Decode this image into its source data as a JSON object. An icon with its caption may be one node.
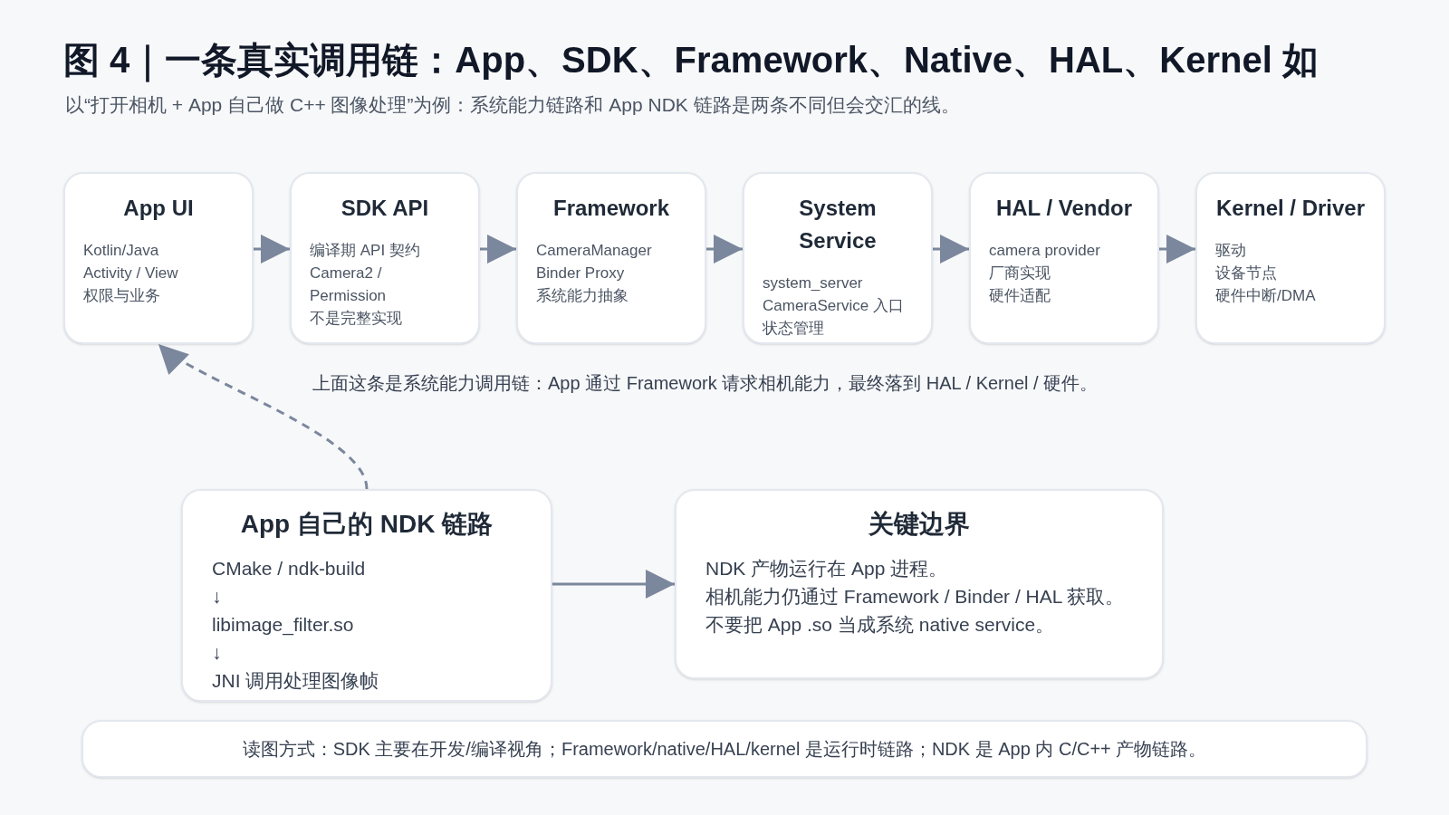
{
  "diagram": {
    "title": "图 4｜一条真实调用链：App、SDK、Framework、Native、HAL、Kernel 如",
    "nodes": [
      {
        "text": [
          "App UI",
          "Kotlin/Java",
          "Activity / View",
          "权限与业务"
        ]
      },
      {
        "text": [
          "SDK API",
          "编译期 API 契约",
          "Camera2 / Permission",
          "不是完整实现"
        ]
      },
      {
        "text": [
          "Framework",
          "CameraManager",
          "Binder Proxy",
          "系统能力抽象"
        ]
      },
      {
        "text": [
          "System Service",
          "system_server",
          "CameraService 入口",
          "状态管理"
        ]
      },
      {
        "text": [
          "HAL / Vendor",
          "camera provider",
          "厂商实现",
          "硬件适配"
        ]
      },
      {
        "text": [
          "Kernel / Driver",
          "驱动",
          "设备节点",
          "硬件中断/DMA"
        ]
      },
      {
        "text": [
          "App 自己的 NDK 链路",
          "CMake / ndk-build",
          "↓",
          "libimage_filter.so",
          "↓",
          "JNI 调用处理图像帧"
        ]
      },
      {
        "text": [
          "关键边界",
          "NDK 产物运行在 App 进程。",
          "相机能力仍通过 Framework / Binder / HAL 获取。",
          "不要把 App .so 当成系统 native service。"
        ]
      },
      {
        "text": [
          "读图方式：SDK 主要在开发/编译视角；Framework/native/HAL/kernel 是运行时链路；NDK 是 App 内 C/C++ 产物链路。"
        ]
      }
    ],
    "edges": [
      {
        "from": 0,
        "to": 1,
        "arrow": "to"
      },
      {
        "from": 1,
        "to": 2,
        "arrow": "to"
      },
      {
        "from": 2,
        "to": 3,
        "arrow": "to"
      },
      {
        "from": 3,
        "to": 4,
        "arrow": "to"
      },
      {
        "from": 4,
        "to": 5,
        "arrow": "to"
      },
      {
        "from": 6,
        "to": 0,
        "arrow": "to",
        "style": "dashed"
      },
      {
        "from": 6,
        "to": 7,
        "arrow": "to"
      }
    ],
    "labels": [
      "以“打开相机 + App 自己做 C++ 图像处理”为例：系统能力链路和 App NDK 链路是两条不同但会交汇的线。",
      "上面这条是系统能力调用链：App 通过 Framework 请求相机能力，最终落到 HAL / Kernel / 硬件。"
    ]
  }
}
